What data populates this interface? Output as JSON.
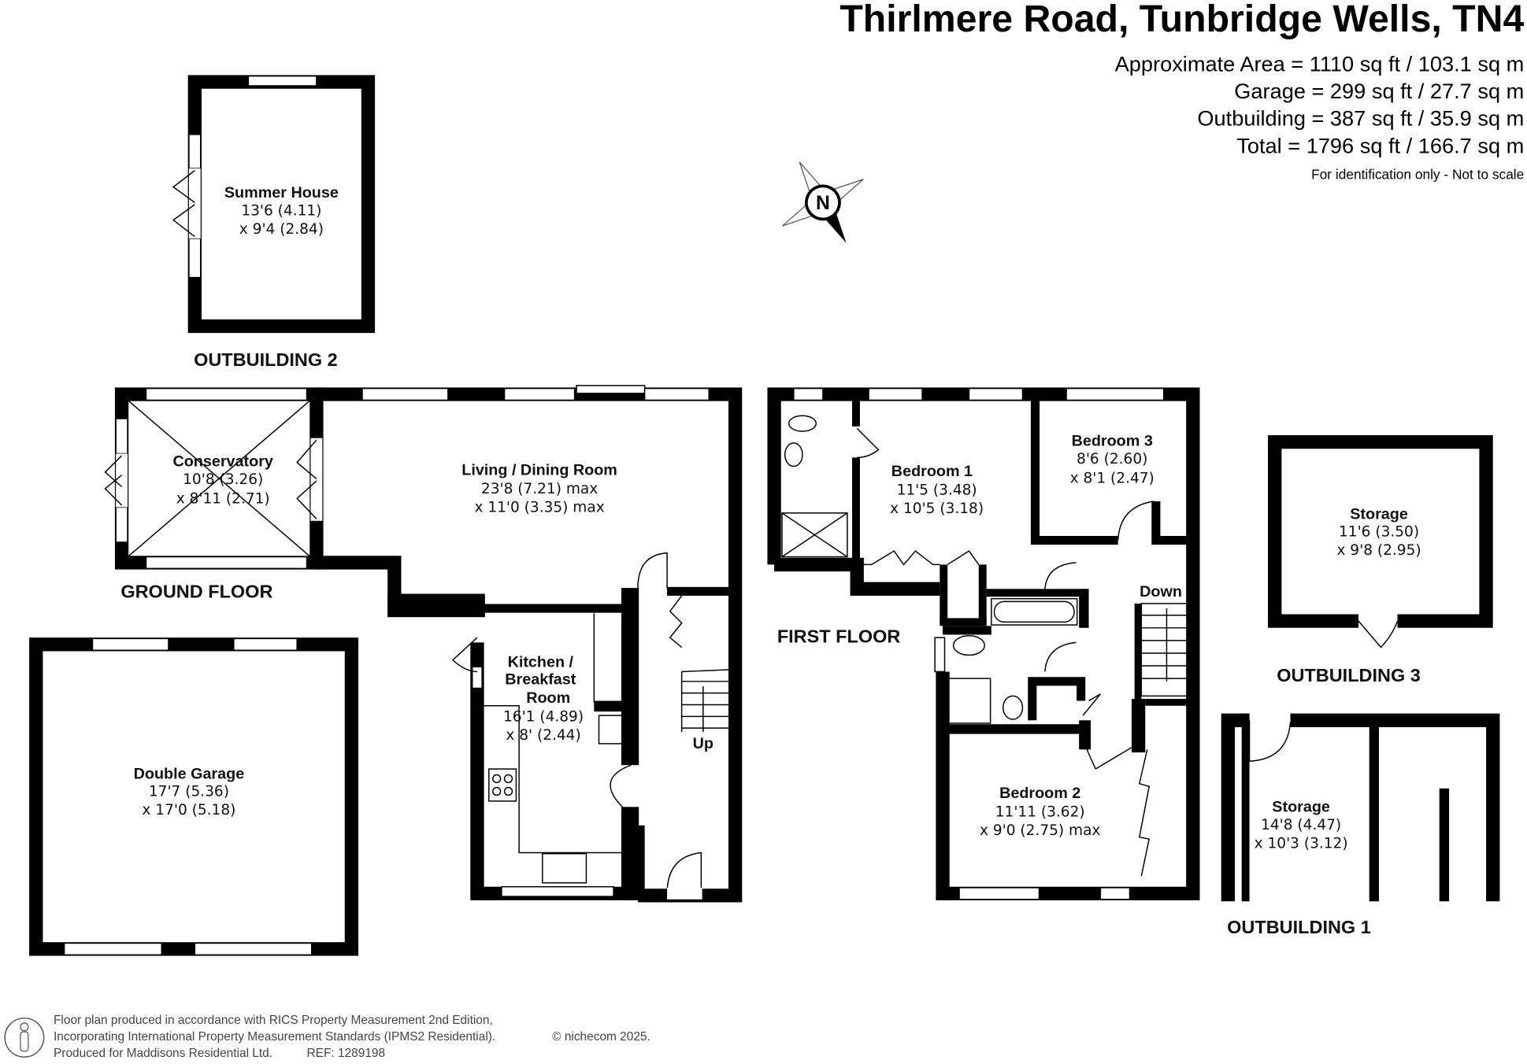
{
  "header": {
    "title": "Thirlmere Road, Tunbridge Wells, TN4",
    "areas": [
      "Approximate Area = 1110 sq ft / 103.1 sq m",
      "Garage = 299 sq ft / 27.7 sq m",
      "Outbuilding = 387 sq ft / 35.9 sq m",
      "Total = 1796 sq ft / 166.7 sq m"
    ],
    "note": "For identification only - Not to scale"
  },
  "compass": {
    "label": "N"
  },
  "floors": {
    "outbuilding2": "OUTBUILDING 2",
    "ground": "GROUND FLOOR",
    "first": "FIRST FLOOR",
    "outbuilding3": "OUTBUILDING 3",
    "outbuilding1": "OUTBUILDING 1"
  },
  "rooms": {
    "summer_house": {
      "name": "Summer House",
      "dim1": "13'6 (4.11)",
      "dim2": "x 9'4 (2.84)"
    },
    "conservatory": {
      "name": "Conservatory",
      "dim1": "10'8 (3.26)",
      "dim2": "x 8'11 (2.71)"
    },
    "living": {
      "name": "Living / Dining Room",
      "dim1": "23'8 (7.21) max",
      "dim2": "x 11'0 (3.35) max"
    },
    "kitchen": {
      "name1": "Kitchen /",
      "name2": "Breakfast",
      "name3": "Room",
      "dim1": "16'1 (4.89)",
      "dim2": "x 8' (2.44)"
    },
    "garage": {
      "name": "Double Garage",
      "dim1": "17'7 (5.36)",
      "dim2": "x 17'0 (5.18)"
    },
    "bedroom1": {
      "name": "Bedroom 1",
      "dim1": "11'5 (3.48)",
      "dim2": "x 10'5 (3.18)"
    },
    "bedroom2": {
      "name": "Bedroom 2",
      "dim1": "11'11 (3.62)",
      "dim2": "x 9'0 (2.75) max"
    },
    "bedroom3": {
      "name": "Bedroom 3",
      "dim1": "8'6 (2.60)",
      "dim2": "x 8'1 (2.47)"
    },
    "storage3": {
      "name": "Storage",
      "dim1": "11'6 (3.50)",
      "dim2": "x 9'8 (2.95)"
    },
    "storage1": {
      "name": "Storage",
      "dim1": "14'8 (4.47)",
      "dim2": "x 10'3 (3.12)"
    }
  },
  "stairs": {
    "up": "Up",
    "down": "Down"
  },
  "footer": {
    "line1": "Floor plan produced in accordance with RICS Property Measurement 2nd Edition,",
    "line2": "Incorporating International Property Measurement Standards (IPMS2 Residential).",
    "copyright": "© nichecom 2025.",
    "line3": "Produced for Maddisons Residential Ltd.",
    "ref": "REF: 1289198"
  }
}
